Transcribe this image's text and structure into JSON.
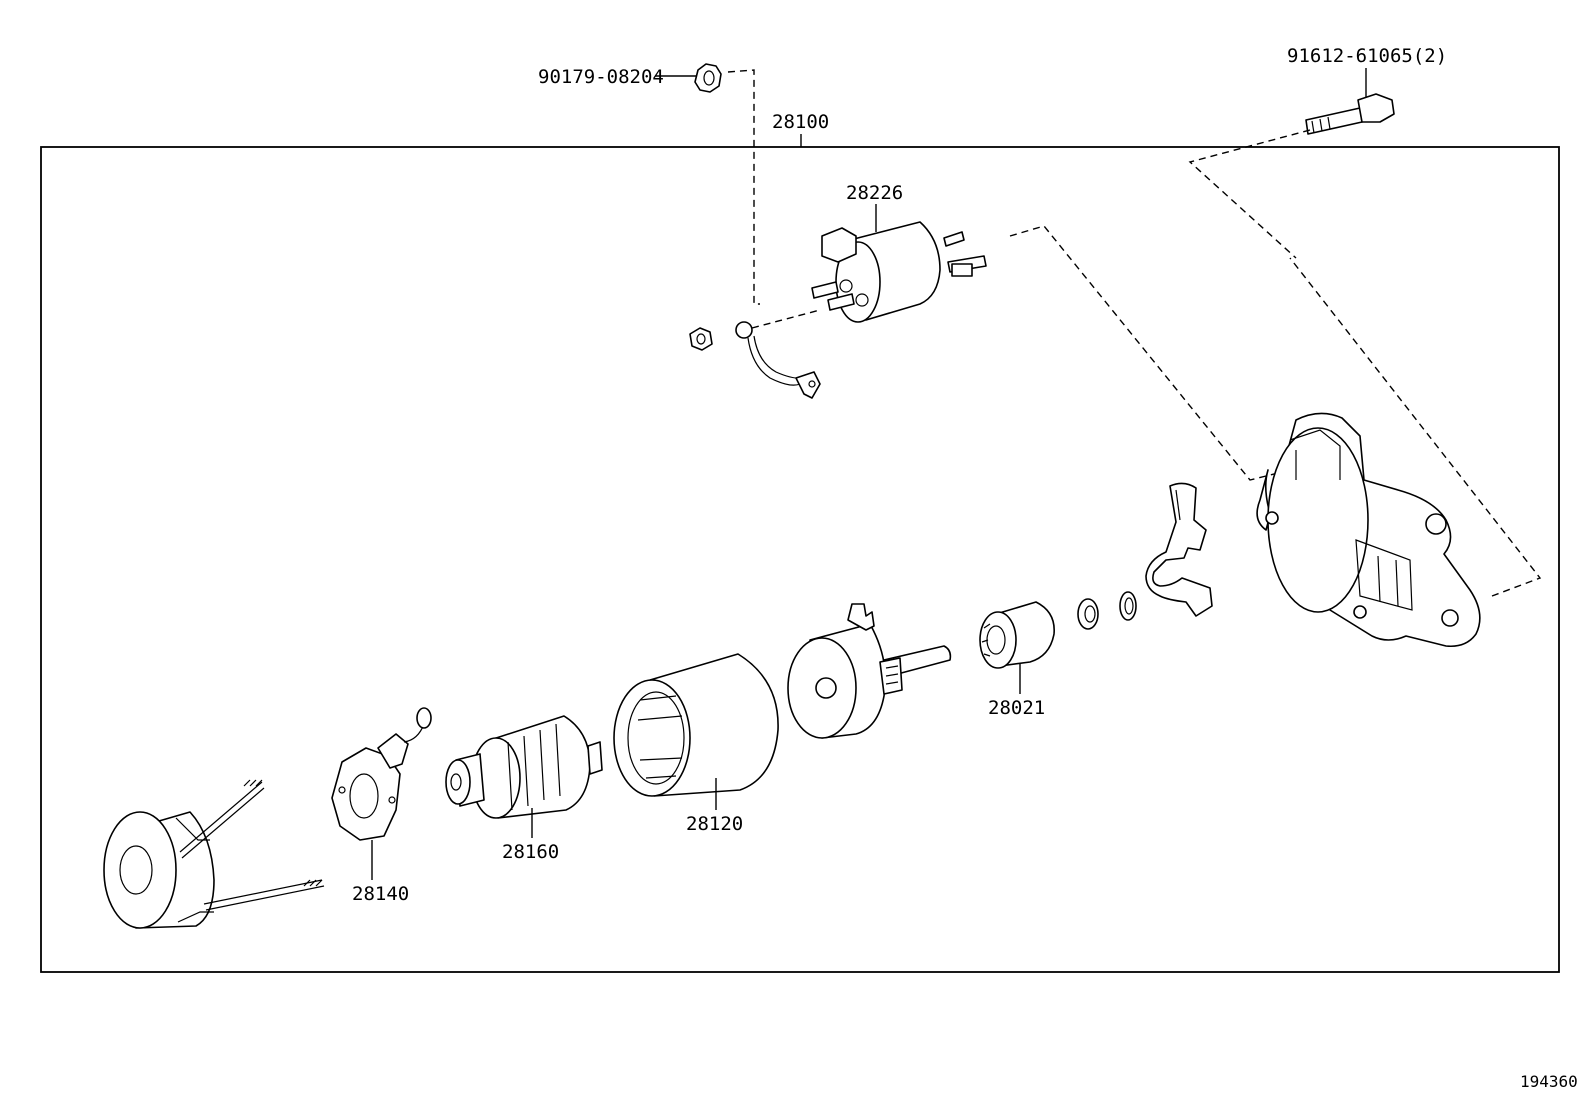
{
  "labels": {
    "nut_top": "90179-08204",
    "bolt_top": "91612-61065(2)",
    "assembly": "28100",
    "solenoid": "28226",
    "pinion_clutch": "28021",
    "yoke": "28120",
    "armature": "28160",
    "brush_holder": "28140",
    "illustration_no": "194360"
  }
}
